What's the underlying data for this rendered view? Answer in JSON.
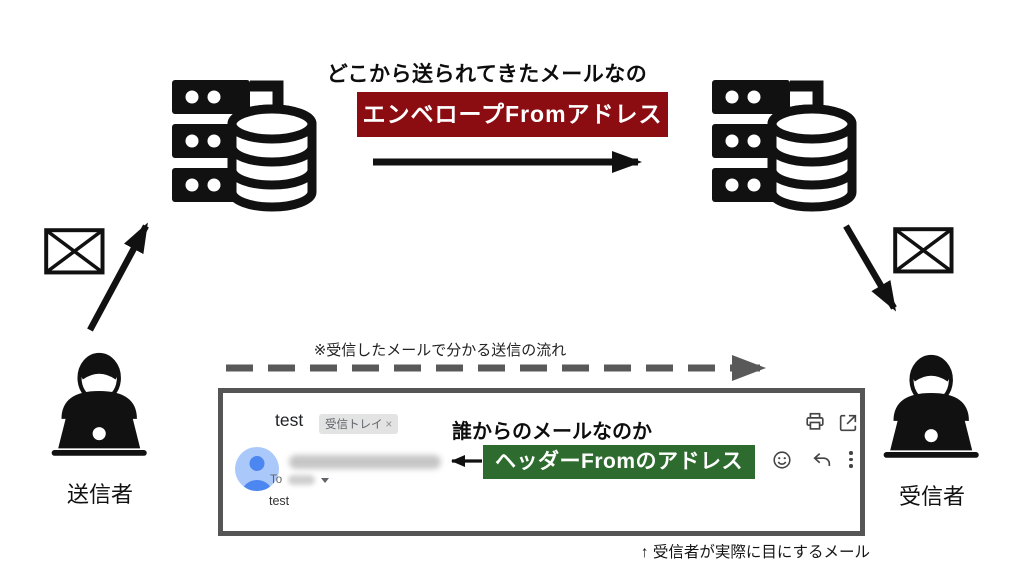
{
  "flow": {
    "top_question": "どこから送られてきたメールなのか",
    "envelope_from_label": "エンベロープFromアドレス",
    "flow_note": "※受信したメールで分かる送信の流れ",
    "sender_label": "送信者",
    "receiver_label": "受信者"
  },
  "annotation": {
    "header_question": "誰からのメールなのか",
    "header_from_label": "ヘッダーFromのアドレス",
    "bottom_note": "↑ 受信者が実際に目にするメール"
  },
  "email_preview": {
    "subject": "test",
    "inbox_tag_label": "受信トレイ",
    "inbox_tag_close": "×",
    "to_label": "To",
    "body_text": "test"
  },
  "colors": {
    "envelope_from_bg": "#8b0d12",
    "header_from_bg": "#2e6b2e",
    "arrow_black": "#111111",
    "dashed_arrow_gray": "#595959",
    "inset_border_gray": "#555555",
    "avatar_bg": "#abc8fa",
    "avatar_figure": "#4c86f0",
    "inbox_tag_bg": "#e3e3e3"
  }
}
